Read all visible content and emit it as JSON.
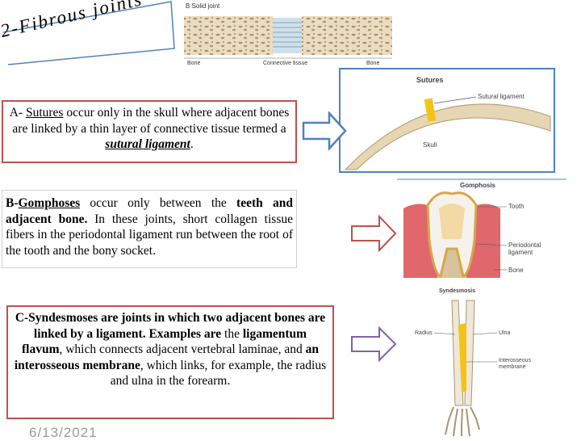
{
  "title": "2-Fibrous joints",
  "sutures": {
    "prefix": "A- ",
    "term": "Sutures",
    "text1": " occur only in the skull where adjacent bones are linked by a thin layer of connective tissue termed a ",
    "term2": "sutural ligament",
    "text2": "."
  },
  "gomphoses": {
    "prefix": "B-",
    "term": "Gomphoses",
    "text1": " occur only between the ",
    "bold1": "teeth and adjacent bone.",
    "text2": " In these joints, short collagen tissue fibers in the periodontal ligament run between the root of the tooth and the bony socket."
  },
  "syndesmoses": {
    "bold1": "C-Syndesmoses are joints in which two adjacent bones are linked by a ligament. Examples are",
    "text1": " the ",
    "bold2": "ligamentum flavum",
    "text2": ", which connects adjacent vertebral laminae, and ",
    "bold3": "an interosseous membrane",
    "text3": ", which links, for example, the radius and ulna in the forearm."
  },
  "date": "6/13/2021",
  "figures": {
    "solid_joint": {
      "title": "B  Solid joint",
      "bone_left": "Bone",
      "connective": "Connective tissue",
      "bone_right": "Bone"
    },
    "sutures": {
      "title": "Sutures",
      "ligament": "Sutural ligament",
      "skull": "Skull"
    },
    "gomphosis": {
      "title": "Gomphosis",
      "tooth": "Tooth",
      "periodontal": "Periodontal ligament",
      "periodontal_1": "Periodontal",
      "periodontal_2": "ligament",
      "bone": "Bone"
    },
    "syndesmosis": {
      "title": "Syndesmosis",
      "radius": "Radius",
      "ulna": "Ulna",
      "interosseous": "Interosseous membrane",
      "interosseous_1": "Interosseous",
      "interosseous_2": "membrane"
    }
  },
  "colors": {
    "box_border": "#c0504d",
    "arrow_blue": "#4f81bd",
    "arrow_red": "#c0504d",
    "arrow_purple": "#8064a2"
  }
}
